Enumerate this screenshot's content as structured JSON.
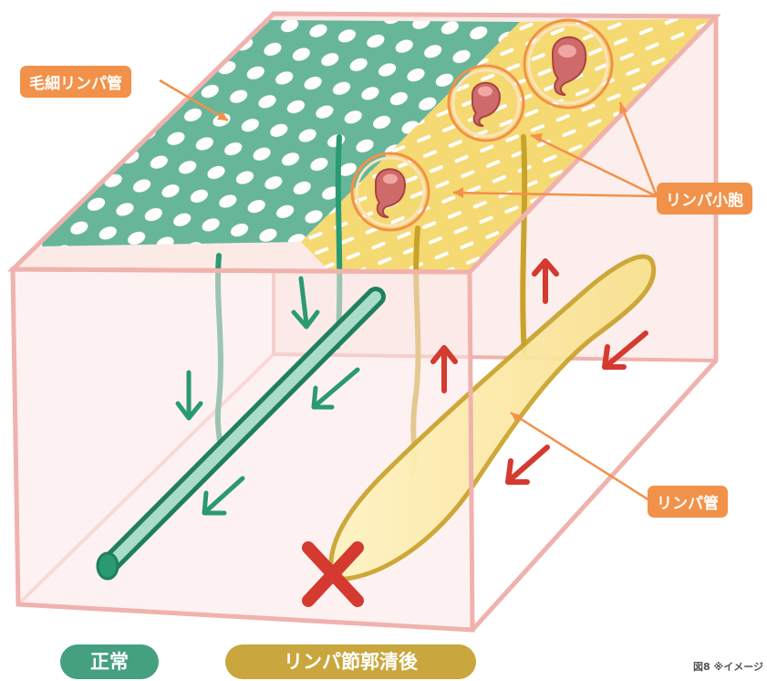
{
  "labels": {
    "capillary": "毛細リンパ管",
    "follicle": "リンパ小胞",
    "vessel": "リンパ管"
  },
  "legend": {
    "normal": "正常",
    "after": "リンパ節郭清後"
  },
  "caption": "図8 ※イメージ",
  "colors": {
    "box_edge": "#f0b2ad",
    "box_fill": "#fbe7e6",
    "green": "#2a9a73",
    "green_light": "#a9ddc8",
    "yellow": "#f2cc3c",
    "yellow_light": "#fbe9a2",
    "olive": "#c9a22a",
    "red": "#d43a2f",
    "label_bg": "#f2914a",
    "follicle": "#cf6a6a",
    "legend_normal": "#45a07f",
    "legend_after": "#c9a73e"
  }
}
